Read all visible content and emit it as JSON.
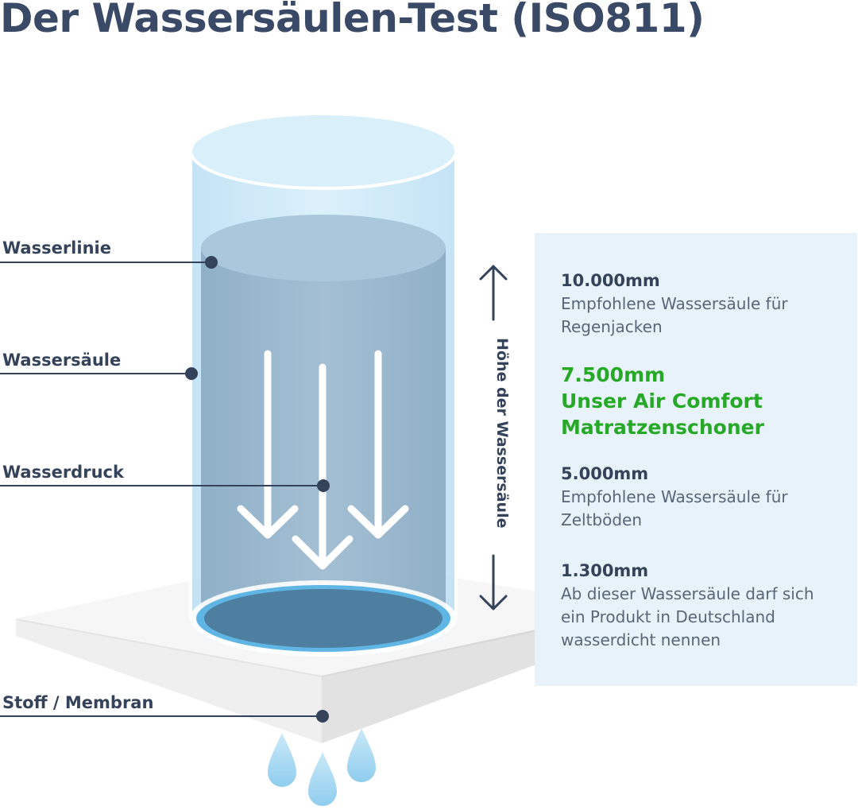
{
  "title": "Der Wassersäulen-Test (ISO811)",
  "callouts": {
    "waterline": "Wasserlinie",
    "column": "Wassersäule",
    "pressure": "Wasserdruck",
    "fabric": "Stoff / Membran"
  },
  "axis_label": "Höhe der Wassersäule",
  "info": [
    {
      "value": "10.000mm",
      "desc": "Empfohlene Wassersäule für\nRegenjacken"
    },
    {
      "value": "7.500mm",
      "desc": "Unser Air Comfort\nMatratzenschoner",
      "highlight": true
    },
    {
      "value": "5.000mm",
      "desc": "Empfohlene Wassersäule für\nZeltböden"
    },
    {
      "value": "1.300mm",
      "desc": "Ab dieser Wassersäule darf sich\nein Produkt in Deutschland\nwasserdicht nennen"
    }
  ],
  "colors": {
    "title": "#3a4a66",
    "highlight": "#27a827",
    "panel_bg": "#e7f2fa",
    "cylinder_light": "#c9e8f8",
    "water": "#9bb9d0",
    "water_base": "#4f7fa0"
  },
  "icons": [
    "arrow-up-icon",
    "arrow-down-icon",
    "droplet-icon"
  ]
}
